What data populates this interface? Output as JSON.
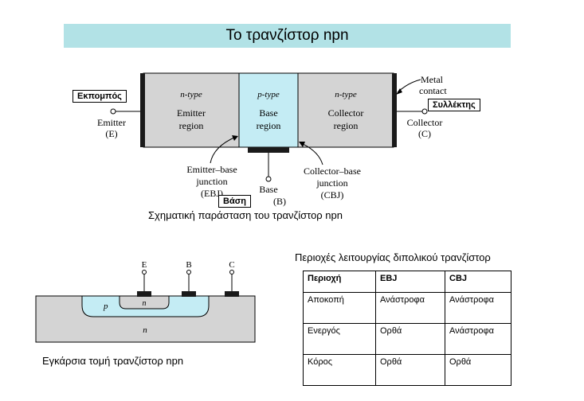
{
  "title": "Το τρανζίστορ npn",
  "schematic": {
    "emitter_region": {
      "type": "n-type",
      "name1": "Emitter",
      "name2": "region"
    },
    "base_region": {
      "type": "p-type",
      "name1": "Base",
      "name2": "region"
    },
    "collector_region": {
      "type": "n-type",
      "name1": "Collector",
      "name2": "region"
    },
    "emitter_terminal": {
      "line1": "Emitter",
      "line2": "(E)"
    },
    "collector_terminal": {
      "line1": "Collector",
      "line2": "(C)"
    },
    "base_terminal": {
      "line1": "Base",
      "line2": "(B)"
    },
    "metal_contact": {
      "line1": "Metal",
      "line2": "contact"
    },
    "ebj": {
      "line1": "Emitter–base",
      "line2": "junction",
      "line3": "(EBJ)"
    },
    "cbj": {
      "line1": "Collector–base",
      "line2": "junction",
      "line3": "(CBJ)"
    },
    "label_emitter_gr": "Εκπομπός",
    "label_collector_gr": "Συλλέκτης",
    "label_base_gr": "Βάση",
    "caption": "Σχηματική παράσταση του τρανζίστορ npn"
  },
  "cross_section": {
    "terminal_e": "E",
    "terminal_b": "B",
    "terminal_c": "C",
    "p_label": "p",
    "n_inner_label": "n",
    "n_sub_label": "n",
    "caption": "Εγκάρσια τομή τρανζίστορ npn"
  },
  "modes": {
    "title": "Περιοχές λειτουργίας διπολικού τρανζίστορ",
    "headers": [
      "Περιοχή",
      "EBJ",
      "CBJ"
    ],
    "rows": [
      [
        "Αποκοπή",
        "Ανάστροφα",
        "Ανάστροφα"
      ],
      [
        "Ενεργός",
        "Ορθά",
        "Ανάστροφα"
      ],
      [
        "Κόρος",
        "Ορθά",
        "Ορθά"
      ]
    ]
  },
  "colors": {
    "title_bg": "#b2e2e6",
    "n_region": "#d4d4d4",
    "base_region": "#c4ecf4",
    "metal": "#1a1a1a"
  }
}
